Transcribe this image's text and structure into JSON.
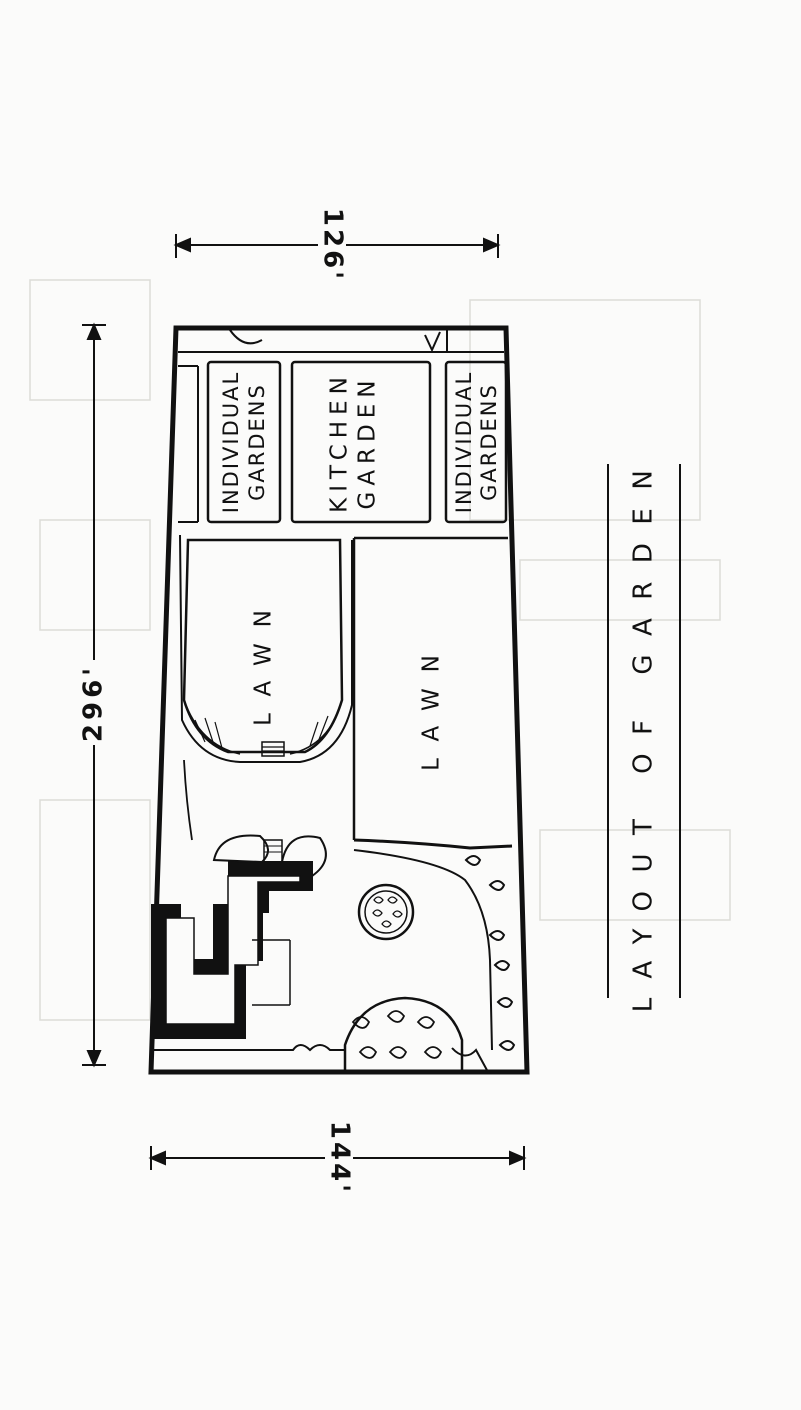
{
  "title": "LAYOUT OF GARDEN",
  "dimensions": {
    "top_width": "126'",
    "bottom_width": "144'",
    "length": "296'"
  },
  "plots": {
    "individual_gardens_left": [
      "INDIVIDUAL",
      "GARDENS"
    ],
    "kitchen_garden": [
      "KITCHEN",
      "GARDEN"
    ],
    "individual_gardens_right": [
      "INDIVIDUAL",
      "GARDENS"
    ],
    "lawn_left": "LAWN",
    "lawn_right": "LAWN"
  },
  "colors": {
    "ink": "#111111",
    "paper": "#fbfbfa",
    "faint": "#dcdcd8"
  }
}
